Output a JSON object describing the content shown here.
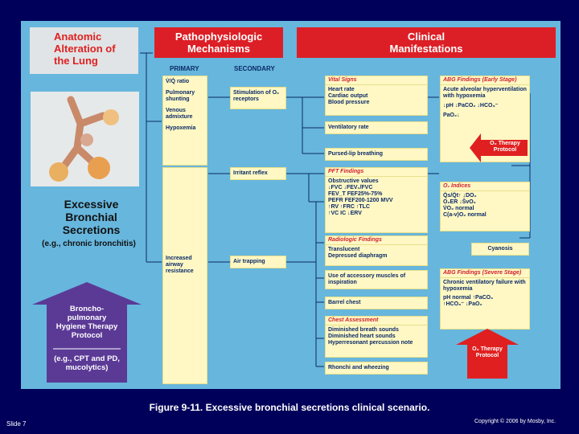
{
  "headers": {
    "anatomic": "Anatomic Alteration of the Lung",
    "patho": "Pathophysiologic Mechanisms",
    "clinical": "Clinical Manifestations"
  },
  "subheaders": {
    "primary": "PRIMARY",
    "secondary": "SECONDARY"
  },
  "condition": {
    "title": "Excessive Bronchial Secretions",
    "example": "(e.g., chronic bronchitis)"
  },
  "protocol_arrow": {
    "title": "Broncho-pulmonary Hygiene Therapy Protocol",
    "example": "(e.g., CPT and PD, mucolytics)"
  },
  "primary": {
    "box1": [
      "V̇/Q̇ ratio",
      "Pulmonary shunting",
      "Venous admixture",
      "Hypoxemia"
    ],
    "box2": [
      "Increased airway resistance"
    ]
  },
  "secondary": {
    "stim": "Stimulation of O₂ receptors",
    "irritant": "Irritant reflex",
    "air": "Air trapping"
  },
  "mid": {
    "vital": {
      "title": "Vital Signs",
      "items": [
        "Heart rate",
        "Cardiac output",
        "Blood pressure"
      ]
    },
    "vent": "Ventilatory rate",
    "pursed": "Pursed-lip breathing",
    "pft": {
      "title": "PFT Findings",
      "items": [
        "Obstructive values",
        "↓FVC  ↓FEV₁/FVC",
        "FEV_T  FEF25%-75%",
        "PEFR  FEF200-1200  MVV",
        "↑RV  ↑FRC  ↑TLC",
        "↑VC  IC  ↓ERV"
      ]
    },
    "radio": {
      "title": "Radiologic Findings",
      "items": [
        "Translucent",
        "Depressed diaphragm"
      ]
    },
    "accessory": "Use of accessory muscles of inspiration",
    "barrel": "Barrel chest",
    "chest": {
      "title": "Chest Assessment",
      "items": [
        "Diminished breath sounds",
        "Diminished heart sounds",
        "Hyperresonant percussion note"
      ]
    },
    "rhonchi": "Rhonchi and wheezing"
  },
  "right": {
    "abg_early": {
      "title": "ABG Findings (Early Stage)",
      "items": [
        "Acute alveolar hyperventilation with hypoxemia",
        "↓pH  ↓PaCO₂  ↓HCO₃⁻",
        "PaO₂↓"
      ]
    },
    "o2_protocol_1": "O₂ Therapy Protocol",
    "o2_indices": {
      "title": "O₂ Indices",
      "items": [
        "Q̇s/Q̇t↑  ↓DO₂",
        "O₂ER  ↓S̄vO₂",
        "V̇O₂ normal",
        "C(a-v)O₂ normal"
      ]
    },
    "cyanosis": "Cyanosis",
    "abg_severe": {
      "title": "ABG Findings (Severe Stage)",
      "items": [
        "Chronic ventilatory failure with hypoxemia",
        "pH normal  ↑PaCO₂",
        "↑HCO₃⁻  ↓PaO₂"
      ]
    },
    "o2_protocol_2": "O₂ Therapy Protocol"
  },
  "caption": "Figure 9-11. Excessive bronchial secretions clinical scenario.",
  "slide": "Slide 7",
  "copyright": "Copyright © 2006 by Mosby, Inc."
}
